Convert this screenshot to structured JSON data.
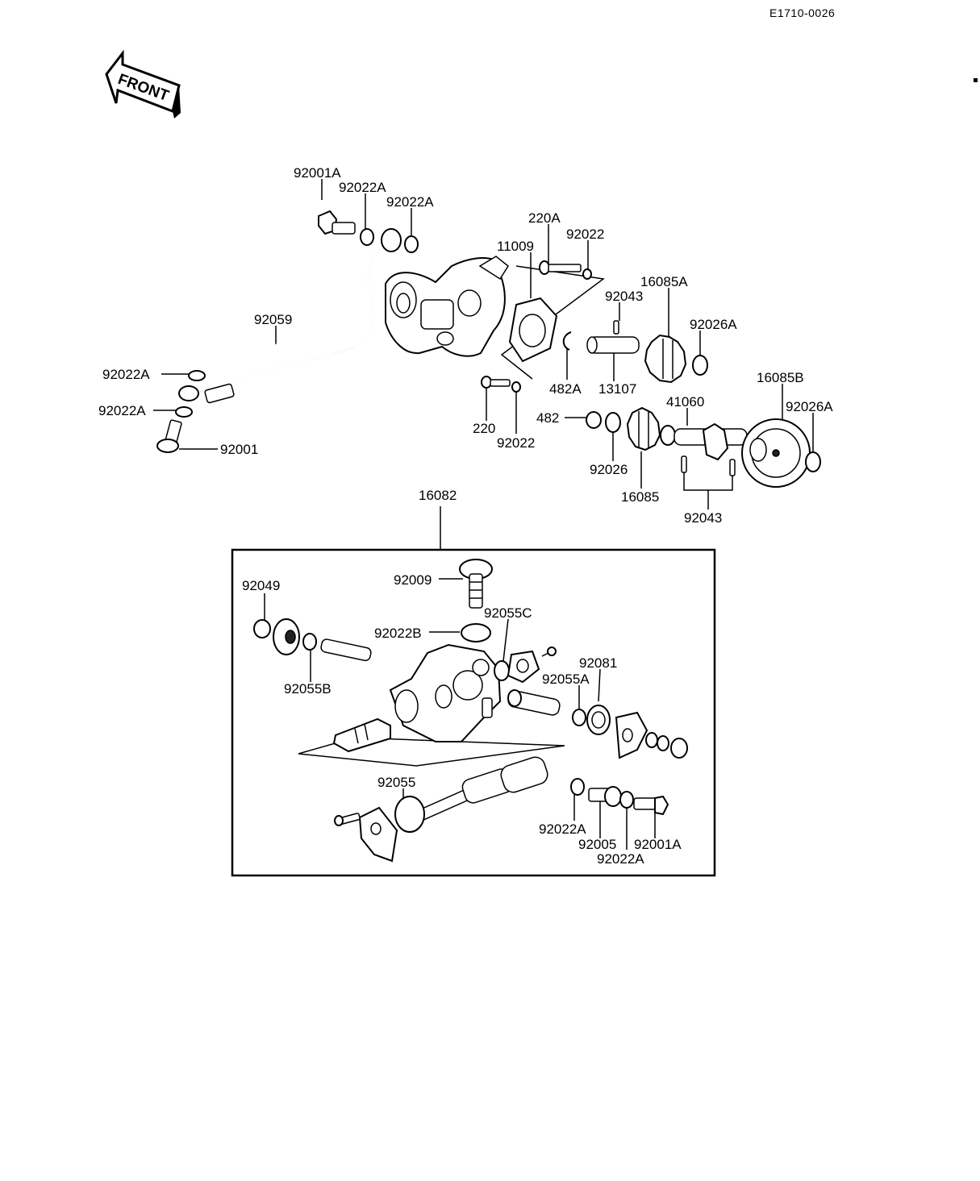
{
  "header": {
    "code": "E1710-0026",
    "front_label": "FRONT"
  },
  "labels": {
    "l92001A_top": "92001A",
    "l92022A_1": "92022A",
    "l92022A_2": "92022A",
    "l220A": "220A",
    "l11009": "11009",
    "l92022_top": "92022",
    "l92043_top": "92043",
    "l16085A": "16085A",
    "l92026A_top": "92026A",
    "l92059": "92059",
    "l92022A_left1": "92022A",
    "l92022A_left2": "92022A",
    "l92001": "92001",
    "l482A": "482A",
    "l13107": "13107",
    "l220": "220",
    "l92022_mid": "92022",
    "l482": "482",
    "l16085B": "16085B",
    "l41060": "41060",
    "l92026A_right": "92026A",
    "l92026": "92026",
    "l16085": "16085",
    "l92043_bottom": "92043",
    "l16082": "16082",
    "l92049": "92049",
    "l92009": "92009",
    "l92022B": "92022B",
    "l92055C": "92055C",
    "l92055B": "92055B",
    "l92081": "92081",
    "l92055A": "92055A",
    "l92055": "92055",
    "l92022A_b1": "92022A",
    "l92005": "92005",
    "l92001A_b": "92001A",
    "l92022A_b2": "92022A"
  }
}
